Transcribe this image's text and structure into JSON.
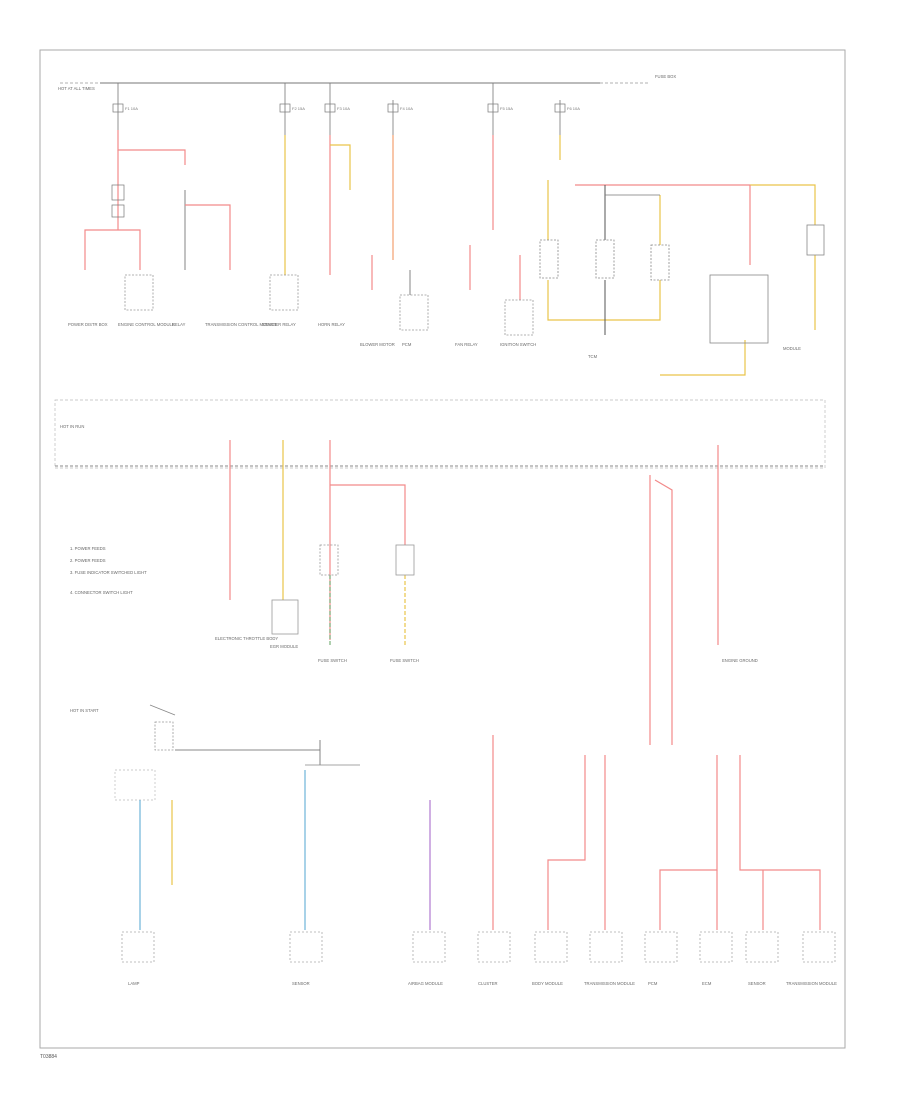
{
  "footer_code": "T03884",
  "legend_items": [
    "1. POWER FEEDS",
    "2. POWER FEEDS",
    "3. FUSE INDICATOR SWITCHED LIGHT",
    "4. CONNECTOR SWITCH LIGHT"
  ],
  "wire_colors": {
    "red": "#f28a8a",
    "yellow": "#e9c44a",
    "green": "#7ab07a",
    "blue": "#6fb3d9",
    "violet": "#b07ad0",
    "brown": "#c49a6a",
    "black": "#444444",
    "frame": "#aaaaaa"
  },
  "top_section": {
    "source_label": "HOT AT ALL TIMES",
    "right_source_label": "FUSE BOX",
    "fuse_labels": [
      "F1 10A",
      "F2 15A",
      "F3 10A",
      "F4 10A",
      "F5 15A",
      "F6 10A"
    ],
    "components": [
      "POWER DISTR BOX",
      "ENGINE CONTROL MODULE",
      "RELAY",
      "TRANSMISSION CONTROL MODULE",
      "STARTER RELAY",
      "HORN RELAY",
      "BLOWER MOTOR",
      "PCM",
      "FAN RELAY",
      "IGNITION SWITCH",
      "TCM",
      "MODULE"
    ]
  },
  "middle_section": {
    "source_label": "HOT IN RUN",
    "components": [
      "ELECTRONIC THROTTLE BODY",
      "EGR MODULE",
      "FUSE SWITCH",
      "FUSE SWITCH",
      "ENGINE GROUND"
    ]
  },
  "bottom_section": {
    "source_label": "HOT IN START",
    "components": [
      "LAMP",
      "SENSOR",
      "AIRBAG MODULE",
      "CLUSTER",
      "BODY MODULE",
      "TRANSMISSION MODULE",
      "PCM",
      "ECM",
      "SENSOR",
      "TRANSMISSION MODULE"
    ]
  }
}
